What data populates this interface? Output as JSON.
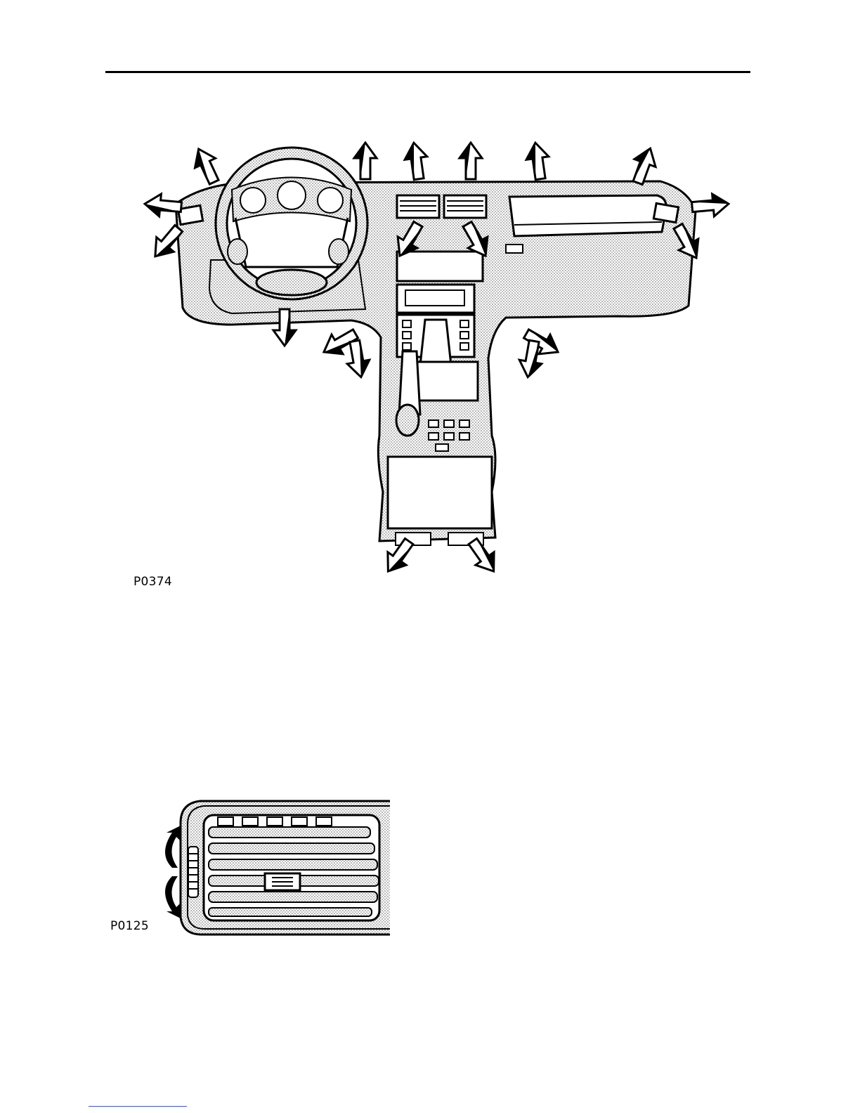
{
  "figures": [
    {
      "caption": "P0374",
      "icon": "dashboard-air-vents-illustration"
    },
    {
      "caption": "P0125",
      "icon": "air-vent-thumbwheel-illustration"
    }
  ],
  "colors": {
    "ink": "#000000",
    "paper": "#ffffff",
    "stipple": "#cfcfcf",
    "footer_rule": "#3a55c8"
  }
}
